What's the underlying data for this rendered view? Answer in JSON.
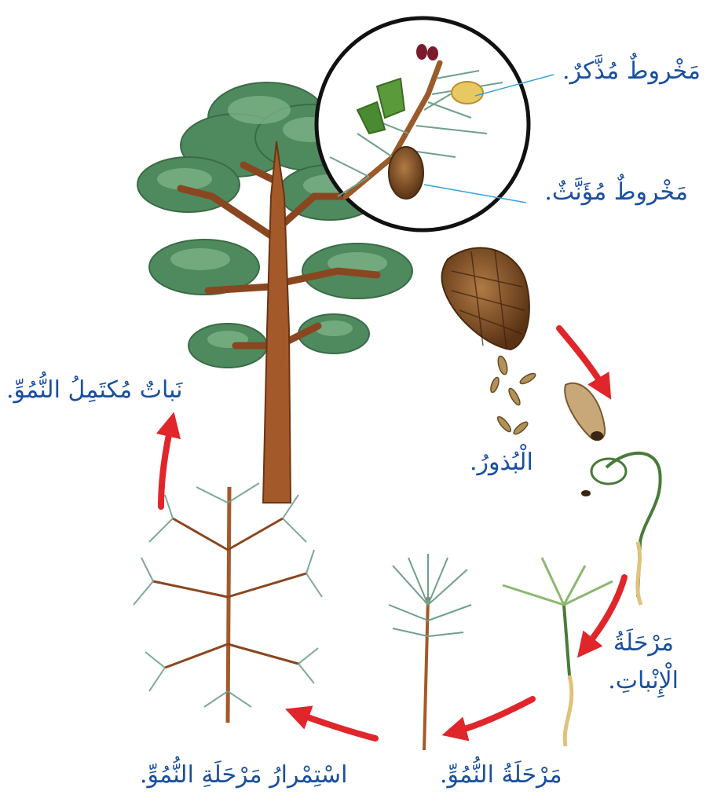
{
  "labels": {
    "male_cone": "مَخْروطٌ مُذَّكرٌ.",
    "female_cone": "مَخْروطٌ مُؤَنَّثٌ.",
    "seeds": "الْبُذورُ.",
    "germination_line1": "مَرْحَلَةُ",
    "germination_line2": "الْإِنْباتِ.",
    "growth": "مَرْحَلَةُ النُّمُوِّ.",
    "continued_growth": "اسْتِمْرارُ مَرْحَلَةِ النُّمُوِّ.",
    "mature_plant": "نَباتٌ مُكتَمِلُ النُّمُوِّ."
  },
  "colors": {
    "label_text": "#1a4fa0",
    "cycle_arrow": "#e0262b",
    "pointer_line": "#3aa0d8",
    "foliage": "#4e8a5e",
    "foliage_light": "#7fb48a",
    "trunk": "#a4592a",
    "needles": "#6fa08a",
    "cone": "#7a4a24"
  },
  "icons": [
    "pine-tree",
    "magnifier-circle",
    "pine-cone",
    "seed",
    "seedling",
    "pine-branch"
  ]
}
